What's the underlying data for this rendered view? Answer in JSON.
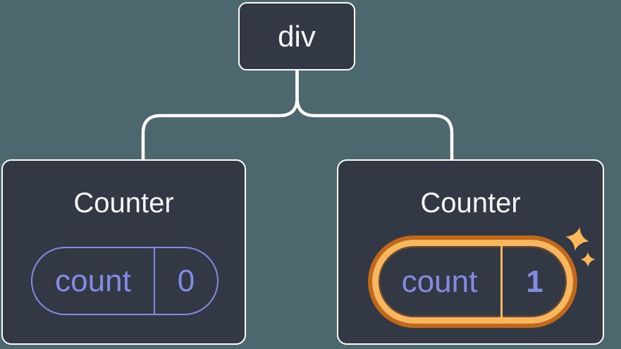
{
  "diagram": {
    "description": "React component tree: a div root with two Counter children, right Counter state just updated",
    "background_color": "#4D676F",
    "root_node": {
      "label": "div"
    },
    "counters": [
      {
        "title": "Counter",
        "state_key": "count",
        "state_value": "0",
        "highlighted": false
      },
      {
        "title": "Counter",
        "state_key": "count",
        "state_value": "1",
        "highlighted": true
      }
    ],
    "colors": {
      "card_fill": "#333845",
      "card_border": "#FFFFFF",
      "connector": "#FFFFFF",
      "title_text": "#F5F6F7",
      "state_accent": "#848BE2",
      "highlight_ring_outer": "#C1681B",
      "highlight_ring_inner": "#F8B75E",
      "sparkle": "#FAB859"
    }
  }
}
